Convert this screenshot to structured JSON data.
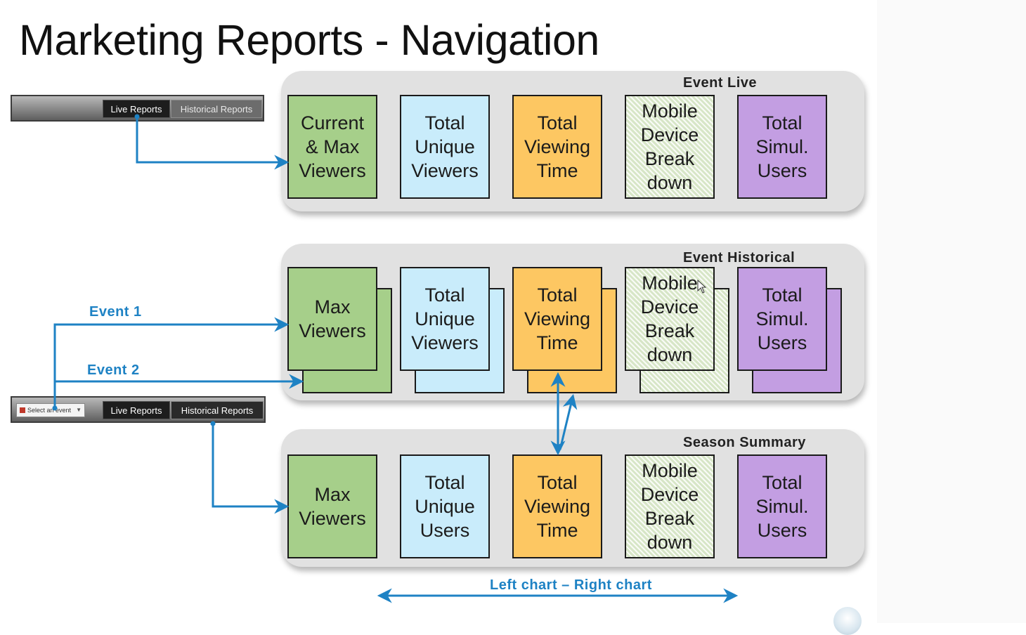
{
  "title": "Marketing Reports - Navigation",
  "panels": {
    "live": {
      "label": "Event Live",
      "boxes": [
        {
          "text": "Current\n& Max\nViewers",
          "color": "green"
        },
        {
          "text": "Total\nUnique\nViewers",
          "color": "blue"
        },
        {
          "text": "Total\nViewing\nTime",
          "color": "orange"
        },
        {
          "text": "Mobile\nDevice\nBreak\ndown",
          "color": "hatch"
        },
        {
          "text": "Total\nSimul.\nUsers",
          "color": "purple"
        }
      ]
    },
    "historical": {
      "label": "Event Historical",
      "boxes": [
        {
          "text": "Max\nViewers",
          "color": "green"
        },
        {
          "text": "Total\nUnique\nViewers",
          "color": "blue"
        },
        {
          "text": "Total\nViewing\nTime",
          "color": "orange"
        },
        {
          "text": "Mobile\nDevice\nBreak\ndown",
          "color": "hatch"
        },
        {
          "text": "Total\nSimul.\nUsers",
          "color": "purple"
        }
      ]
    },
    "season": {
      "label": "Season Summary",
      "boxes": [
        {
          "text": "Max\nViewers",
          "color": "green"
        },
        {
          "text": "Total\nUnique\nUsers",
          "color": "blue"
        },
        {
          "text": "Total\nViewing\nTime",
          "color": "orange"
        },
        {
          "text": "Mobile\nDevice\nBreak\ndown",
          "color": "hatch"
        },
        {
          "text": "Total\nSimul.\nUsers",
          "color": "purple"
        }
      ]
    }
  },
  "toolbar_top": {
    "live_label": "Live Reports",
    "historical_label": "Historical Reports"
  },
  "toolbar_bottom": {
    "select_label": "Select an event",
    "live_label": "Live Reports",
    "historical_label": "Historical Reports"
  },
  "flow_labels": {
    "event1": "Event 1",
    "event2": "Event 2",
    "left_right": "Left chart – Right chart"
  },
  "colors": {
    "arrow": "#1e82c4",
    "green": "#a6cf8a",
    "blue": "#c9ecfb",
    "orange": "#fdc762",
    "purple": "#c39ee2",
    "panel": "#e1e1e1"
  }
}
